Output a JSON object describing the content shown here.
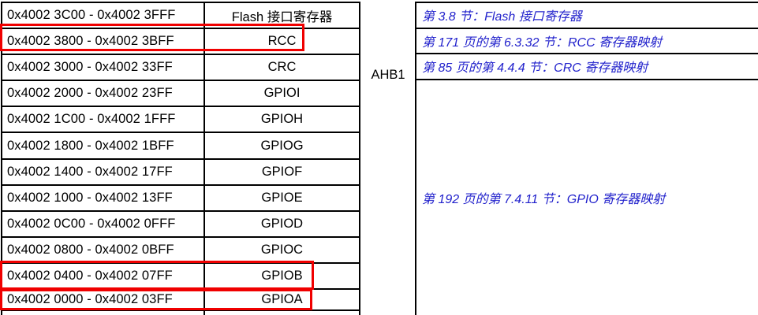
{
  "colors": {
    "highlight_red": "#f00000",
    "link_blue": "#2222cc",
    "border_black": "#000000"
  },
  "bus_label": "AHB1",
  "memory_map": {
    "rows": [
      {
        "range": "0x4002 3C00 - 0x4002 3FFF",
        "peripheral": "Flash 接口寄存器",
        "highlight": false
      },
      {
        "range": "0x4002 3800 - 0x4002 3BFF",
        "peripheral": "RCC",
        "highlight": true
      },
      {
        "range": "0x4002 3000 - 0x4002 33FF",
        "peripheral": "CRC",
        "highlight": false
      },
      {
        "range": "0x4002 2000 - 0x4002 23FF",
        "peripheral": "GPIOI",
        "highlight": false
      },
      {
        "range": "0x4002 1C00 - 0x4002 1FFF",
        "peripheral": "GPIOH",
        "highlight": false
      },
      {
        "range": "0x4002 1800 - 0x4002 1BFF",
        "peripheral": "GPIOG",
        "highlight": false
      },
      {
        "range": "0x4002 1400 - 0x4002 17FF",
        "peripheral": "GPIOF",
        "highlight": false
      },
      {
        "range": "0x4002 1000 - 0x4002 13FF",
        "peripheral": "GPIOE",
        "highlight": false
      },
      {
        "range": "0x4002 0C00 - 0x4002 0FFF",
        "peripheral": "GPIOD",
        "highlight": false
      },
      {
        "range": "0x4002 0800 - 0x4002 0BFF",
        "peripheral": "GPIOC",
        "highlight": false
      },
      {
        "range": "0x4002 0400 - 0x4002 07FF",
        "peripheral": "GPIOB",
        "highlight": true
      },
      {
        "range": "0x4002 0000 - 0x4002 03FF",
        "peripheral": "GPIOA",
        "highlight": true
      }
    ]
  },
  "references": [
    {
      "text": "第 3.8 节：Flash 接口寄存器"
    },
    {
      "text": "第 171 页的第 6.3.32 节：RCC 寄存器映射"
    },
    {
      "text": "第 85 页的第 4.4.4 节：CRC 寄存器映射"
    },
    {
      "text": "第 192 页的第 7.4.11 节：GPIO 寄存器映射"
    }
  ]
}
